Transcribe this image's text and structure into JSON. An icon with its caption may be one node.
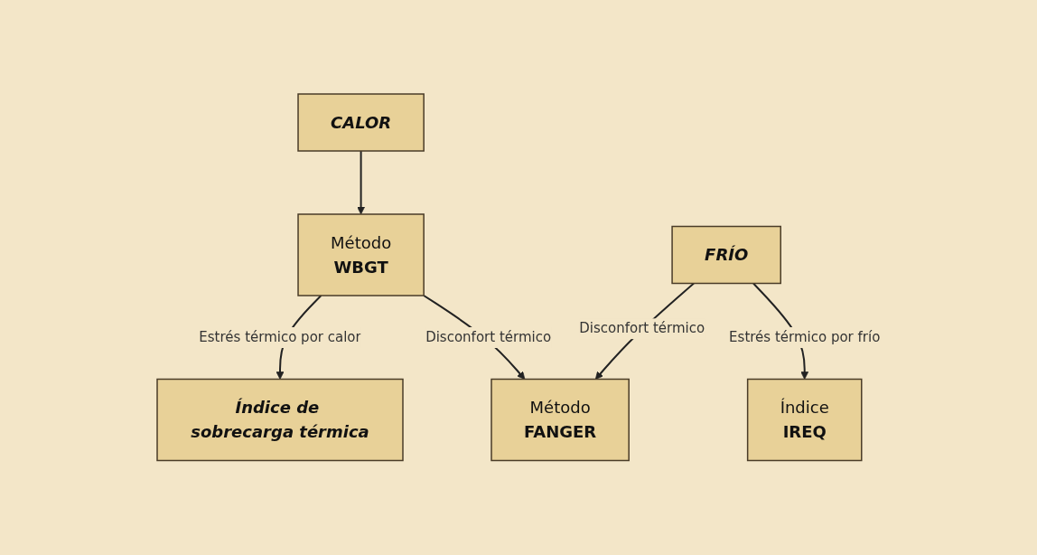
{
  "diagram": {
    "nodes": [
      {
        "text": [
          "CALOR"
        ]
      },
      {
        "text": [
          "Método",
          "WBGT"
        ]
      },
      {
        "text": [
          "FRÍO"
        ]
      },
      {
        "text": [
          "Índice de sobrecarga térmica"
        ]
      },
      {
        "text": [
          "Método",
          "FANGER"
        ]
      },
      {
        "text": [
          "Índice",
          "IREQ"
        ]
      }
    ],
    "edges": [
      {
        "from": 0,
        "to": 1,
        "arrow": "to"
      },
      {
        "from": 1,
        "to": 3,
        "arrow": "to",
        "label": "Estrés térmico por calor"
      },
      {
        "from": 1,
        "to": 4,
        "arrow": "to",
        "label": "Disconfort térmico"
      },
      {
        "from": 2,
        "to": 4,
        "arrow": "to",
        "label": "Disconfort térmico"
      },
      {
        "from": 2,
        "to": 5,
        "arrow": "to",
        "label": "Estrés térmico por frío"
      }
    ]
  }
}
